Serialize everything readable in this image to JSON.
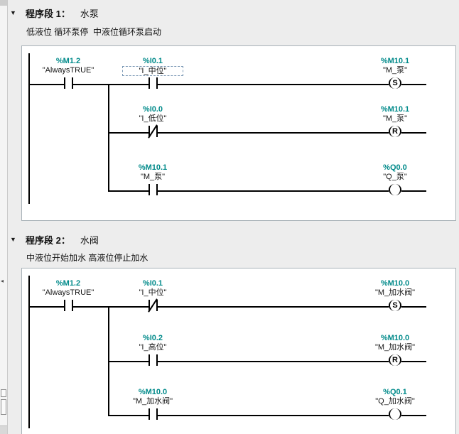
{
  "colors": {
    "operand": "#008A8A",
    "selection_dash": "#7A98B5"
  },
  "icons": {
    "collapse_network": "▼",
    "panel_arrow": "◂"
  },
  "networks": [
    {
      "collapse_icon": "▼",
      "title": "程序段 1：",
      "name": "水泵",
      "comment": "低液位 循环泵停  中液位循环泵启动",
      "elements": {
        "contact_always": {
          "address": "%M1.2",
          "name": "\"AlwaysTRUE\"",
          "type": "NO"
        },
        "contact_mid": {
          "address": "%I0.1",
          "name": "\"I_中位\"",
          "type": "NO",
          "selected": true
        },
        "coil_set": {
          "address": "%M10.1",
          "name": "\"M_泵\"",
          "symbol": "S"
        },
        "contact_low": {
          "address": "%I0.0",
          "name": "\"I_低位\"",
          "type": "NC"
        },
        "coil_reset": {
          "address": "%M10.1",
          "name": "\"M_泵\"",
          "symbol": "R"
        },
        "contact_pump": {
          "address": "%M10.1",
          "name": "\"M_泵\"",
          "type": "NO"
        },
        "coil_out": {
          "address": "%Q0.0",
          "name": "\"Q_泵\"",
          "symbol": ""
        }
      }
    },
    {
      "collapse_icon": "▼",
      "title": "程序段 2：",
      "name": "水阀",
      "comment": "中液位开始加水 高液位停止加水",
      "elements": {
        "contact_always": {
          "address": "%M1.2",
          "name": "\"AlwaysTRUE\"",
          "type": "NO"
        },
        "contact_mid": {
          "address": "%I0.1",
          "name": "\"I_中位\"",
          "type": "NC"
        },
        "coil_set": {
          "address": "%M10.0",
          "name": "\"M_加水阀\"",
          "symbol": "S"
        },
        "contact_high": {
          "address": "%I0.2",
          "name": "\"I_高位\"",
          "type": "NO"
        },
        "coil_reset": {
          "address": "%M10.0",
          "name": "\"M_加水阀\"",
          "symbol": "R"
        },
        "contact_valve": {
          "address": "%M10.0",
          "name": "\"M_加水阀\"",
          "type": "NO"
        },
        "coil_out": {
          "address": "%Q0.1",
          "name": "\"Q_加水阀\"",
          "symbol": ""
        }
      }
    }
  ]
}
